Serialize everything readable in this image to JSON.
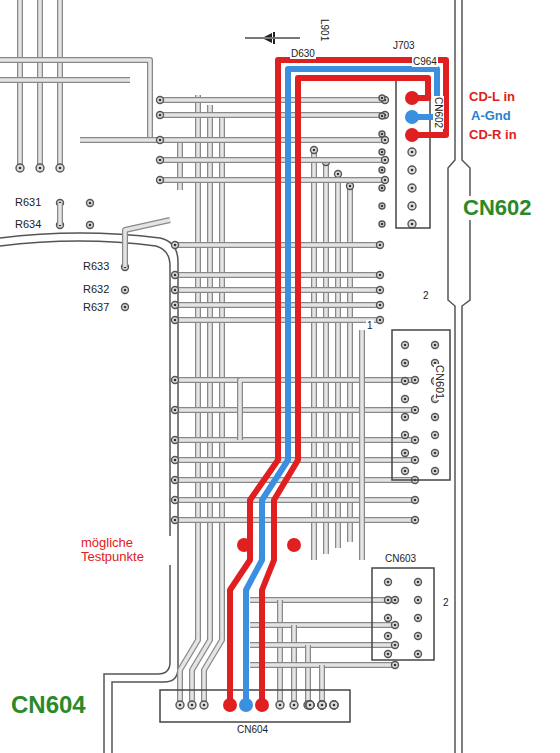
{
  "diagram": {
    "labels": [
      "D630",
      "J703",
      "C964",
      "L901",
      "CN602",
      "CD-L in",
      "A-Gnd",
      "CD-R in",
      "CN602",
      "R631",
      "R634",
      "R633",
      "R632",
      "R637",
      "2",
      "1",
      "CN601",
      "CN603",
      "2",
      "mögliche Testpunkte",
      "CN604",
      "CN604"
    ]
  }
}
